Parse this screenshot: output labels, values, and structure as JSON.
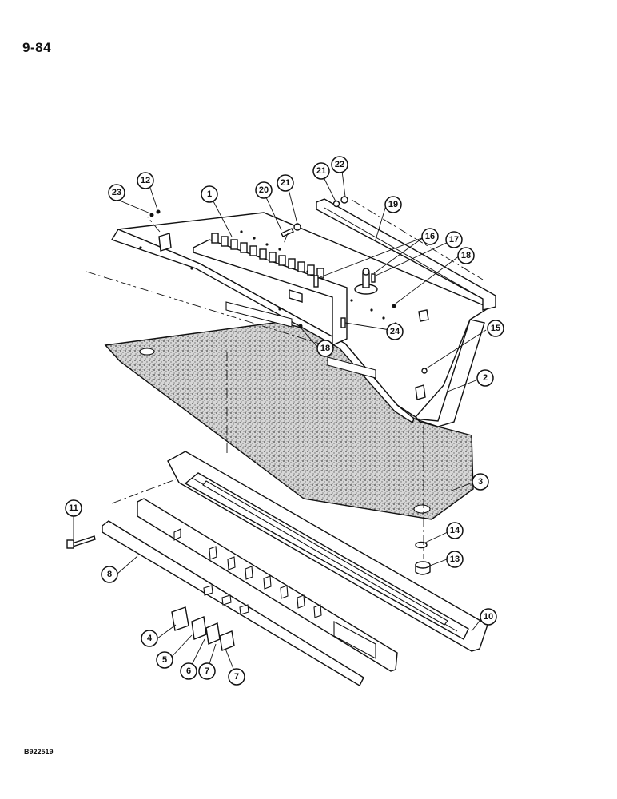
{
  "page": {
    "number": "9-84",
    "figure_code": "B922519"
  },
  "callouts": [
    {
      "id": "c1",
      "label": "1"
    },
    {
      "id": "c2",
      "label": "2"
    },
    {
      "id": "c3",
      "label": "3"
    },
    {
      "id": "c4",
      "label": "4"
    },
    {
      "id": "c5",
      "label": "5"
    },
    {
      "id": "c6",
      "label": "6"
    },
    {
      "id": "c7a",
      "label": "7"
    },
    {
      "id": "c7b",
      "label": "7"
    },
    {
      "id": "c8",
      "label": "8"
    },
    {
      "id": "c10",
      "label": "10"
    },
    {
      "id": "c11",
      "label": "11"
    },
    {
      "id": "c12",
      "label": "12"
    },
    {
      "id": "c13",
      "label": "13"
    },
    {
      "id": "c14",
      "label": "14"
    },
    {
      "id": "c15",
      "label": "15"
    },
    {
      "id": "c16",
      "label": "16"
    },
    {
      "id": "c17",
      "label": "17"
    },
    {
      "id": "c18a",
      "label": "18"
    },
    {
      "id": "c18b",
      "label": "18"
    },
    {
      "id": "c19",
      "label": "19"
    },
    {
      "id": "c20",
      "label": "20"
    },
    {
      "id": "c21a",
      "label": "21"
    },
    {
      "id": "c21b",
      "label": "21"
    },
    {
      "id": "c22",
      "label": "22"
    },
    {
      "id": "c23",
      "label": "23"
    },
    {
      "id": "c24",
      "label": "24"
    }
  ]
}
